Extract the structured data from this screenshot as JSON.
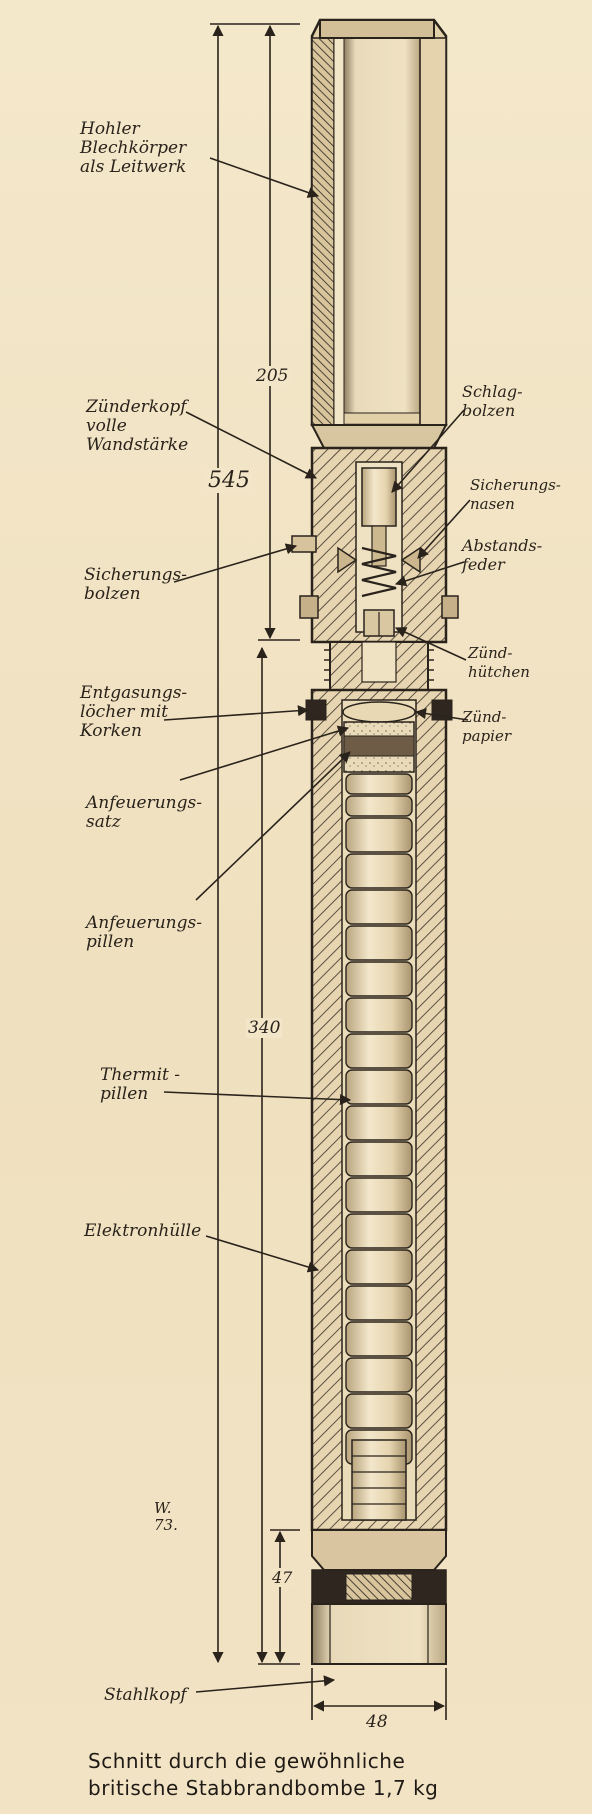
{
  "labels": {
    "hohler_blechkoerper": "Hohler\nBlechkörper\nals Leitwerk",
    "zuenderkopf": "Zünderkopf\nvolle\nWandstärke",
    "sicherungsbolzen": "Sicherungs-\nbolzen",
    "entgasungsloecher": "Entgasungs-\nlöcher mit\nKorken",
    "anfeuerungssatz": "Anfeuerungs-\nsatz",
    "anfeuerungspillen": "Anfeuerungs-\npillen",
    "thermitpillen": "Thermit -\npillen",
    "elektronhuelle": "Elektronhülle",
    "stahlkopf": "Stahlkopf",
    "schlagbolzen": "Schlag-\nbolzen",
    "sicherungsnasen": "Sicherungs-\nnasen",
    "abstandsfeder": "Abstands-\nfeder",
    "zuendhuetchen": "Zünd-\nhütchen",
    "zuendpapier": "Zünd-\npapier"
  },
  "dimensions": {
    "total": "545",
    "upper": "205",
    "middle": "340",
    "head": "47",
    "width": "48"
  },
  "signature": "W.\n73.",
  "caption": {
    "line1": "Schnitt durch die gewöhnliche",
    "line2": "britische Stabbrandbombe 1,7 kg"
  }
}
